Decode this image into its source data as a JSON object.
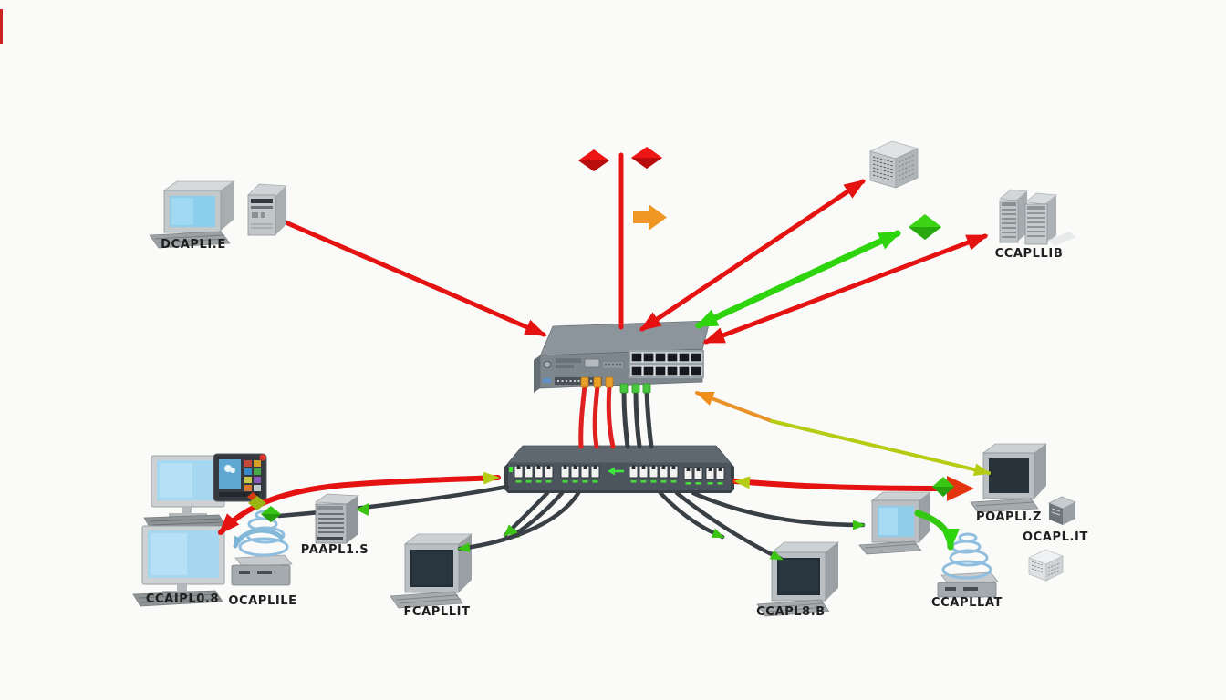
{
  "diagram": {
    "type": "network-topology",
    "labels": {
      "top_left_pc": "DCAPLI.E",
      "top_right_server": "CCAPLLIB",
      "left_monitor": "CCAIPL0.8",
      "left_spiral": "OCAPLILE",
      "left_server": "PAAPL1.S",
      "center_pc": "FCAPLLIT",
      "center_right_pc": "CCAPL8.B",
      "right_monitor": "POAPLI.Z",
      "right_cube": "OCAPL.IT",
      "right_spiral": "CCAPLLAT"
    },
    "colors": {
      "background": "#fafaf8",
      "arrow_red": "#e51212",
      "arrow_green": "#2ed40c",
      "arrow_orange": "#ef8c1a",
      "arrow_yellow_green": "#b6cc14",
      "cable_dark": "#384046",
      "cable_red": "#e02020",
      "switch_upper_body": "#7d858d",
      "switch_lower_body": "#4c555d",
      "port_white": "#f2f3f1",
      "port_label_green": "#48d83c",
      "screen_blue": "#a5d7f1",
      "screen_dark": "#232d35"
    }
  }
}
